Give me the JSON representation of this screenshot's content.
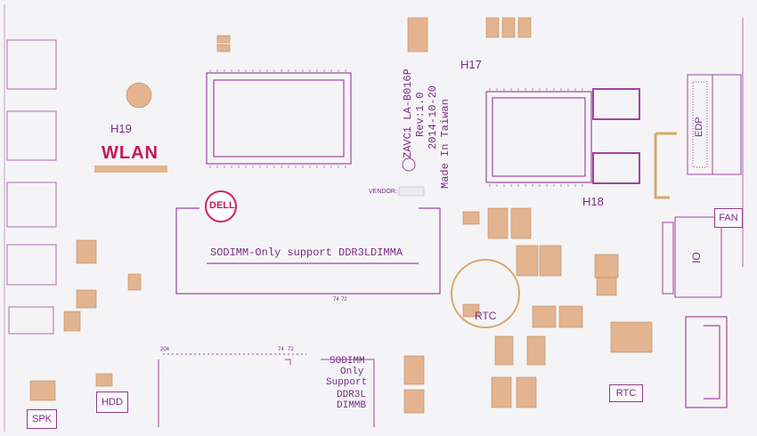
{
  "board": {
    "model": "ZAVC1 LA-B016P",
    "revision": "Rev:1.0",
    "date": "2014-10-20",
    "origin": "Made In Taiwan",
    "brand": "DELL",
    "vendor_label": "VENDOR:"
  },
  "holes": [
    "H19",
    "H17",
    "H18"
  ],
  "labels": {
    "wlan": "WLAN",
    "sodimm_top": "SODIMM-Only support DDR3LDIMMA",
    "sodimm_bottom_lines": [
      "SODIMM",
      "Only",
      "Support",
      "DDR3L",
      "DIMMB"
    ],
    "rtc_circle": "RTC",
    "rtc_box": "RTC",
    "edp": "EDP",
    "fan": "FAN",
    "io": "IO",
    "spk": "SPK",
    "hdd": "HDD"
  },
  "pin_numbers": {
    "dimma": [
      "74",
      "72"
    ],
    "dimmb": [
      "204",
      "74",
      "72"
    ]
  },
  "colors": {
    "silkscreen": "#7a2b86",
    "outline": "#a0449e",
    "pad": "#e3b48f",
    "logo": "#d81b60",
    "background": "#f4f4f6",
    "text_red": "#c2185b"
  }
}
